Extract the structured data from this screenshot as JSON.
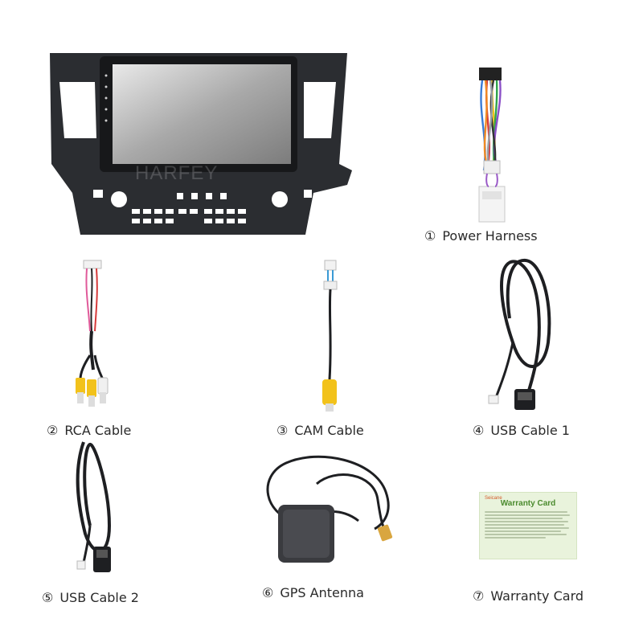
{
  "brand_watermark": "Harfey",
  "items": [
    {
      "number": "①",
      "name": "Power Harness"
    },
    {
      "number": "②",
      "name": "RCA Cable"
    },
    {
      "number": "③",
      "name": "CAM Cable"
    },
    {
      "number": "④",
      "name": "USB Cable 1"
    },
    {
      "number": "⑤",
      "name": "USB Cable 2"
    },
    {
      "number": "⑥",
      "name": "GPS Antenna"
    },
    {
      "number": "⑦",
      "name": "Warranty Card"
    }
  ],
  "warranty_card": {
    "brand": "Seicane",
    "title": "Warranty Card"
  },
  "colors": {
    "panel": "#2b2d31",
    "cable": "#1e1f22",
    "rca_yellow": "#f2c21b",
    "card_bg": "#e9f3dc",
    "card_title": "#4b8b2e"
  }
}
